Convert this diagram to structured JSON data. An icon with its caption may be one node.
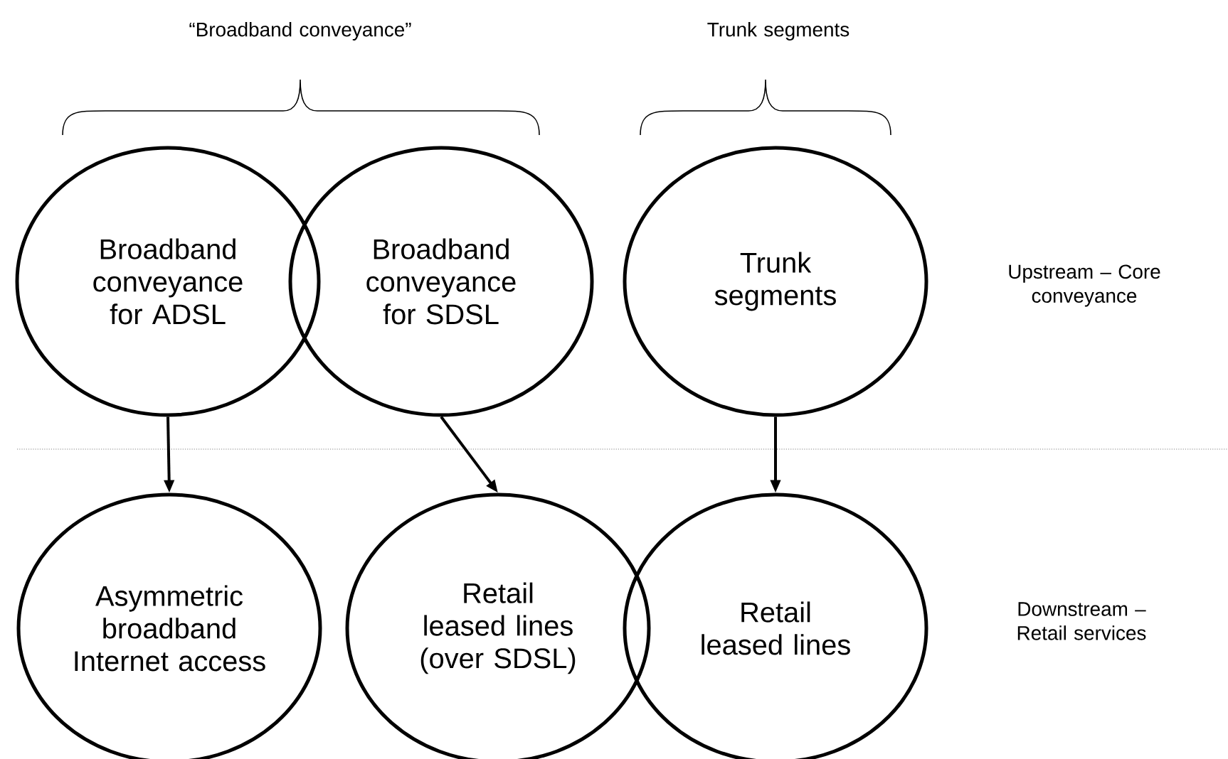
{
  "diagram": {
    "nodes": [
      {
        "text": [
          "Broadband conveyance for ADSL"
        ]
      },
      {
        "text": [
          "Broadband conveyance for SDSL"
        ]
      },
      {
        "text": [
          "Trunk segments"
        ]
      },
      {
        "text": [
          "Asymmetric broadband Internet access"
        ]
      },
      {
        "text": [
          "Retail leased lines (over SDSL)"
        ]
      },
      {
        "text": [
          "Retail leased lines"
        ]
      }
    ],
    "edges": [
      {
        "from": 0,
        "to": 3,
        "arrow": "to"
      },
      {
        "from": 1,
        "to": 4,
        "arrow": "to"
      },
      {
        "from": 2,
        "to": 5,
        "arrow": "to"
      }
    ],
    "labels": [
      "“Broadband conveyance”",
      "Trunk segments",
      "Upstream – Core conveyance",
      "Downstream – Retail services"
    ]
  }
}
